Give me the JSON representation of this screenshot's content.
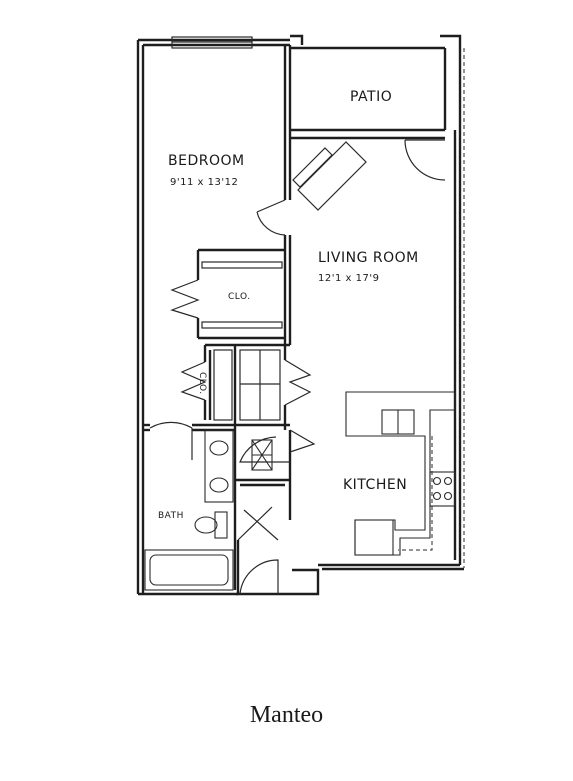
{
  "plan_name": "Manteo",
  "rooms": {
    "patio": {
      "label": "PATIO"
    },
    "bedroom": {
      "label": "BEDROOM",
      "dimensions": "9'11 x 13'12"
    },
    "living_room": {
      "label": "LIVING ROOM",
      "dimensions": "12'1 x 17'9"
    },
    "closet_main": {
      "label": "CLO."
    },
    "closet_hall": {
      "label": "CLO."
    },
    "bath": {
      "label": "BATH"
    },
    "kitchen": {
      "label": "KITCHEN"
    }
  }
}
